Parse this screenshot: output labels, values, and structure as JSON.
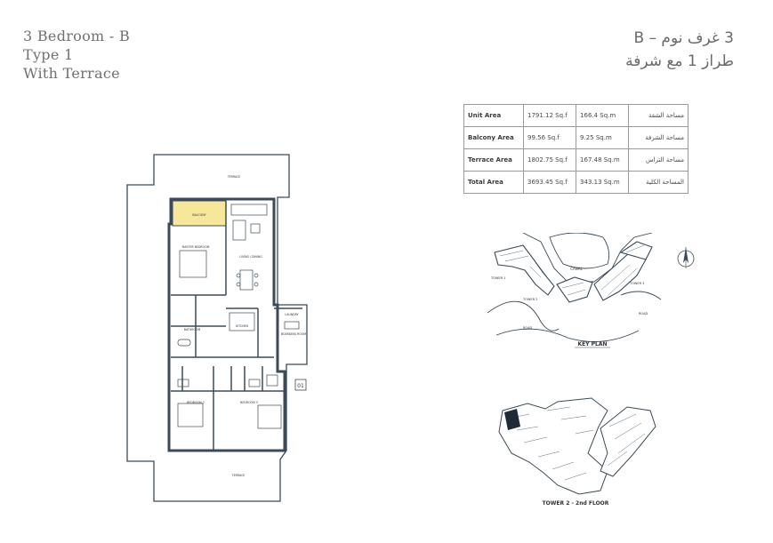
{
  "title_en": {
    "line1": "3 Bedroom - B",
    "line2": "Type 1",
    "line3": "With Terrace"
  },
  "title_ar": {
    "line1": "3 غرف نوم – B",
    "line2": "طراز 1 مع شرفة"
  },
  "area_table": {
    "rows": [
      {
        "label": "Unit Area",
        "sqf": "1791.12 Sq.f",
        "sqm": "166.4 Sq.m",
        "label_ar": "مساحة الشقة"
      },
      {
        "label": "Balcony Area",
        "sqf": "99.56 Sq.f",
        "sqm": "9.25 Sq.m",
        "label_ar": "مساحة الشرفة"
      },
      {
        "label": "Terrace Area",
        "sqf": "1802.75 Sq.f",
        "sqm": "167.48 Sq.m",
        "label_ar": "مساحة التراس"
      },
      {
        "label": "Total Area",
        "sqf": "3693.45 Sq.f",
        "sqm": "343.13 Sq.m",
        "label_ar": "المساحة الكلية"
      }
    ]
  },
  "floor_plan": {
    "terrace_top": "TERRACE",
    "terrace_bottom": "TERRACE",
    "balcony": "BALCONY",
    "master_bedroom": "MASTER BEDROOM",
    "living_dining": "LIVING / DINING",
    "kitchen": "KITCHEN",
    "bathroom": "BATHROOM",
    "laundry": "LAUNDRY",
    "maid_room": "BOARDING ROOM",
    "bedroom2": "BEDROOM 2",
    "bedroom3": "BEDROOM 3",
    "unit_tag": "01"
  },
  "key_plan": {
    "caption": "KEY PLAN",
    "canal": "CANAL",
    "tower_a": "TOWER 1",
    "tower_b": "TOWER 2",
    "tower_c": "TOWER 3",
    "road_a": "ROAD",
    "road_b": "ROAD"
  },
  "floor_key": {
    "caption": "TOWER 2 - 2nd FLOOR"
  },
  "colors": {
    "balcony_fill": "#f7e79a",
    "wall": "#3b4a58",
    "text_grey": "#707070"
  },
  "icons": {
    "north": "north-arrow-icon"
  }
}
